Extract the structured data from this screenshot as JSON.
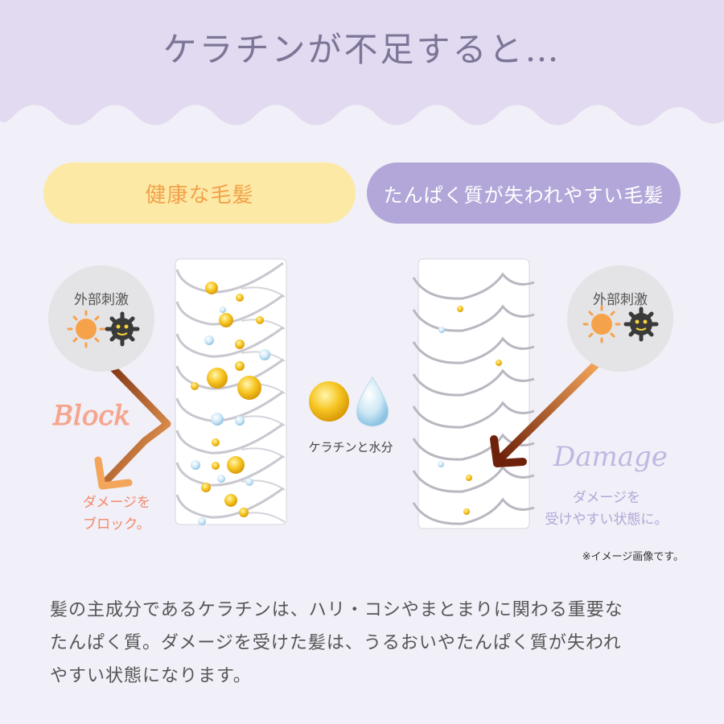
{
  "header": {
    "title": "ケラチンが不足すると…"
  },
  "pills": {
    "healthy": "健康な毛髪",
    "damaged": "たんぱく質が失われやすい毛髪"
  },
  "stimulus": {
    "left_label": "外部刺激",
    "right_label": "外部刺激"
  },
  "left_side": {
    "script": "Block",
    "caption_line1": "ダメージを",
    "caption_line2": "ブロック。"
  },
  "right_side": {
    "script": "Damage",
    "caption_line1": "ダメージを",
    "caption_line2": "受けやすい状態に。"
  },
  "center": {
    "label": "ケラチンと水分"
  },
  "note": "※イメージ画像です。",
  "body": {
    "line1": "髪の主成分であるケラチンは、ハリ・コシやまとまりに関わる重要な",
    "line2": "たんぱく質。ダメージを受けた髪は、うるおいやたんぱく質が失われ",
    "line3": "やすい状態になります。"
  },
  "colors": {
    "header_bg": "#e2daf0",
    "title": "#7c7596",
    "healthy_pill": "#fce9a5",
    "damaged_pill": "#b3a7d9",
    "arrow": "#b85a1e",
    "oil": "#f3c22a",
    "water": "#a9d4ec"
  },
  "icons": [
    "sun-icon",
    "germ-icon",
    "oil-drop-icon",
    "water-drop-icon",
    "arrow-icon"
  ]
}
